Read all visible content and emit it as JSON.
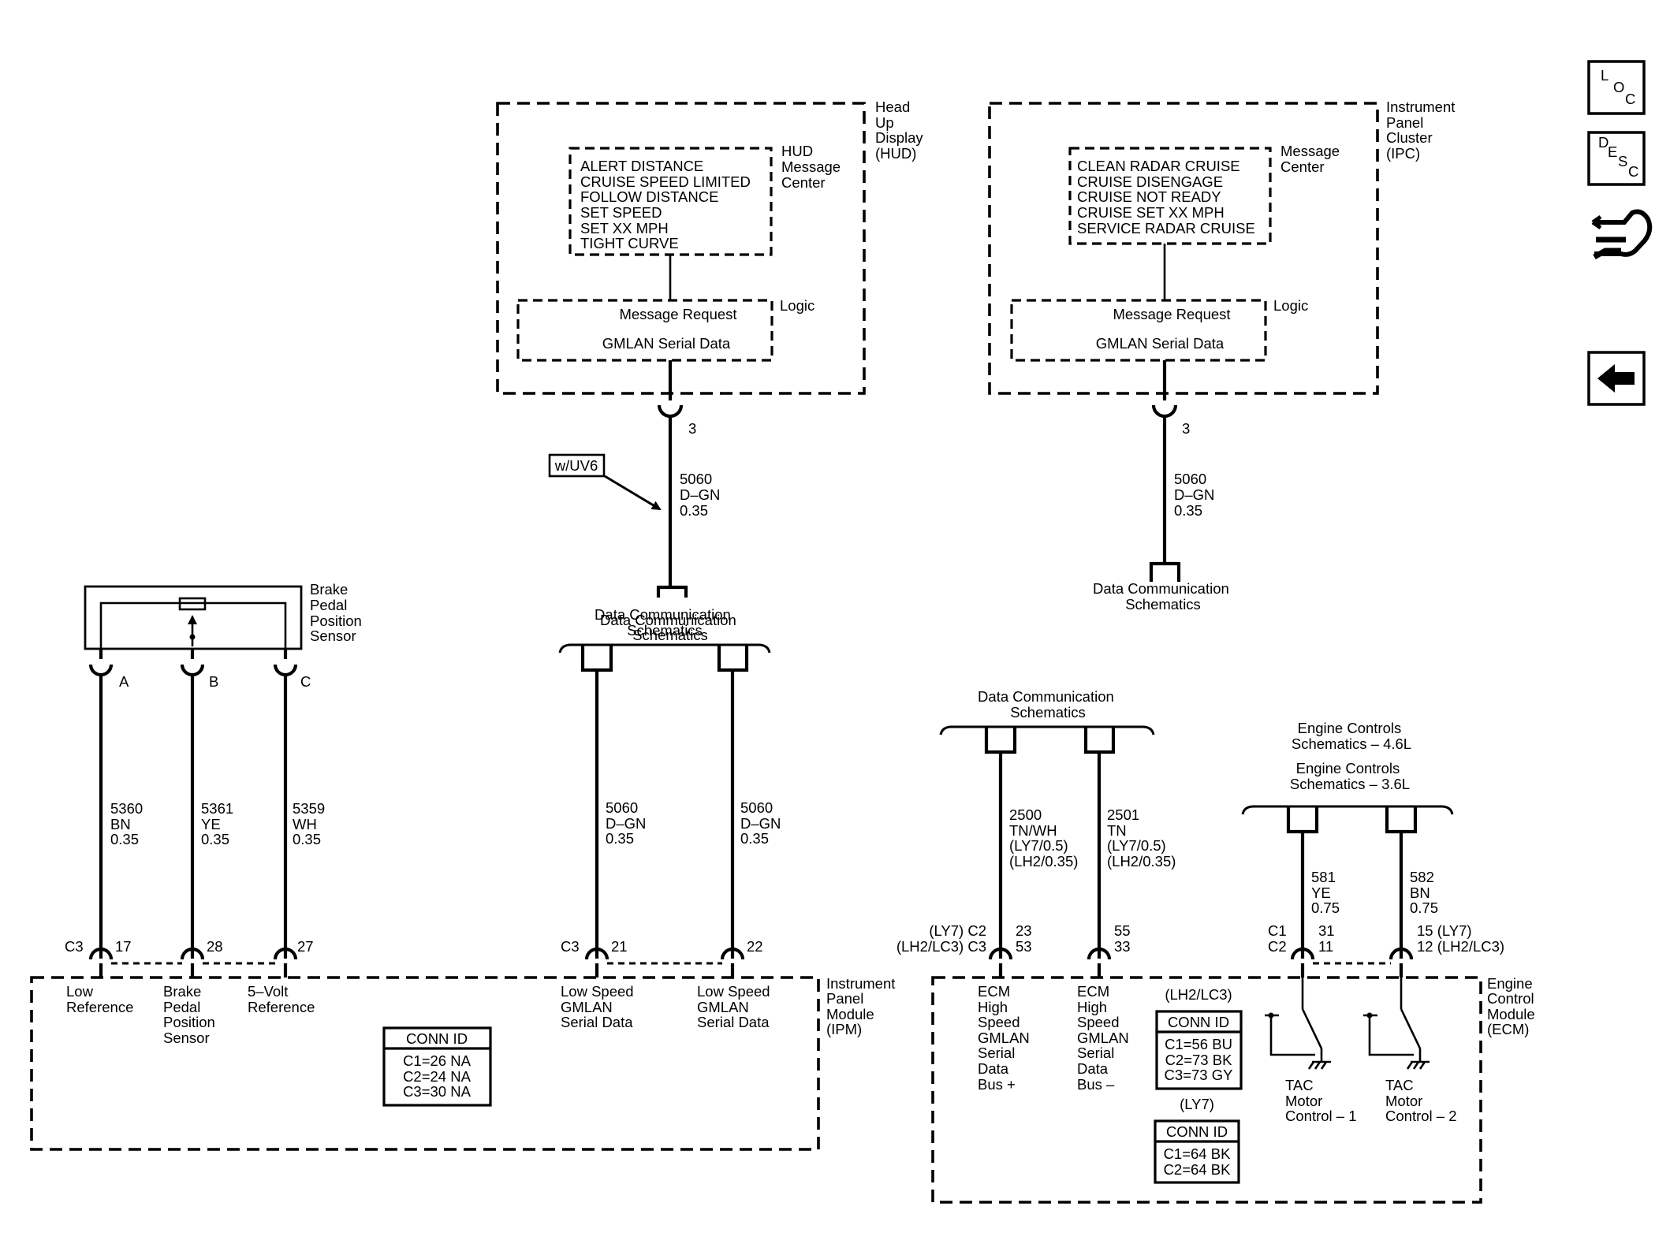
{
  "hud": {
    "title": [
      "Head",
      "Up",
      "Display",
      "(HUD)"
    ],
    "msg_center_label": [
      "HUD",
      "Message",
      "Center"
    ],
    "messages": [
      "ALERT DISTANCE",
      "CRUISE SPEED LIMITED",
      "FOLLOW DISTANCE",
      "SET SPEED",
      "SET XX MPH",
      "TIGHT CURVE"
    ],
    "logic_label": "Logic",
    "logic_line1": "Message Request",
    "logic_line2": "GMLAN Serial Data",
    "pin": "3",
    "option_tag": "w/UV6",
    "wire": [
      "5060",
      "D–GN",
      "0.35"
    ],
    "link": [
      "Data Communication",
      "Schematics"
    ]
  },
  "ipc": {
    "title": [
      "Instrument",
      "Panel",
      "Cluster",
      "(IPC)"
    ],
    "msg_center_label": [
      "Message",
      "Center"
    ],
    "messages": [
      "CLEAN RADAR CRUISE",
      "CRUISE DISENGAGE",
      "CRUISE NOT READY",
      "CRUISE SET XX MPH",
      "SERVICE RADAR CRUISE"
    ],
    "logic_label": "Logic",
    "logic_line1": "Message Request",
    "logic_line2": "GMLAN Serial Data",
    "pin": "3",
    "wire": [
      "5060",
      "D–GN",
      "0.35"
    ],
    "link": [
      "Data Communication",
      "Schematics"
    ]
  },
  "sensor": {
    "title": [
      "Brake",
      "Pedal",
      "Position",
      "Sensor"
    ],
    "pins": [
      "A",
      "B",
      "C"
    ],
    "wires": [
      [
        "5360",
        "BN",
        "0.35"
      ],
      [
        "5361",
        "YE",
        "0.35"
      ],
      [
        "5359",
        "WH",
        "0.35"
      ]
    ]
  },
  "ipm_link": {
    "label": [
      "Data Communication",
      "Schematics"
    ],
    "wires": [
      [
        "5060",
        "D–GN",
        "0.35"
      ],
      [
        "5060",
        "D–GN",
        "0.35"
      ]
    ]
  },
  "ipm": {
    "title": [
      "Instrument",
      "Panel",
      "Module",
      "(IPM)"
    ],
    "conn_left": "C3",
    "pins_left": [
      "17",
      "28",
      "27"
    ],
    "conn_right": "C3",
    "pins_right": [
      "21",
      "22"
    ],
    "labels": [
      [
        "Low",
        "Reference"
      ],
      [
        "Brake",
        "Pedal",
        "Position",
        "Sensor"
      ],
      [
        "5–Volt",
        "Reference"
      ],
      [
        "Low Speed",
        "GMLAN",
        "Serial Data"
      ],
      [
        "Low Speed",
        "GMLAN",
        "Serial Data"
      ]
    ],
    "conn_id_title": "CONN ID",
    "conn_id": [
      "C1=26 NA",
      "C2=24 NA",
      "C3=30 NA"
    ]
  },
  "ecm_link": {
    "label": [
      "Data Communication",
      "Schematics"
    ],
    "wires": [
      [
        "2500",
        "TN/WH",
        "(LY7/0.5)",
        "(LH2/0.35)"
      ],
      [
        "2501",
        "TN",
        "(LY7/0.5)",
        "(LH2/0.35)"
      ]
    ],
    "conn_text": [
      "(LY7) C2",
      "(LH2/LC3) C3"
    ],
    "pins": [
      [
        "23",
        "53"
      ],
      [
        "55",
        "33"
      ]
    ]
  },
  "engine_link": {
    "label1": [
      "Engine Controls",
      "Schematics – 4.6L"
    ],
    "label2": [
      "Engine Controls",
      "Schematics – 3.6L"
    ],
    "wires": [
      [
        "581",
        "YE",
        "0.75"
      ],
      [
        "582",
        "BN",
        "0.75"
      ]
    ],
    "conn_text": [
      "C1",
      "C2"
    ],
    "pins": [
      [
        "31",
        "11"
      ],
      [
        "15 (LY7)",
        "12 (LH2/LC3)"
      ]
    ]
  },
  "ecm": {
    "title": [
      "Engine",
      "Control",
      "Module",
      "(ECM)"
    ],
    "labels": [
      [
        "ECM",
        "High",
        "Speed",
        "GMLAN",
        "Serial",
        "Data",
        "Bus +"
      ],
      [
        "ECM",
        "High",
        "Speed",
        "GMLAN",
        "Serial",
        "Data",
        "Bus –"
      ],
      [
        "TAC",
        "Motor",
        "Control – 1"
      ],
      [
        "TAC",
        "Motor",
        "Control – 2"
      ]
    ],
    "conn_id1_option": "(LH2/LC3)",
    "conn_id1_title": "CONN ID",
    "conn_id1": [
      "C1=56 BU",
      "C2=73 BK",
      "C3=73 GY"
    ],
    "conn_id2_option": "(LY7)",
    "conn_id2_title": "CONN ID",
    "conn_id2": [
      "C1=64 BK",
      "C2=64 BK"
    ]
  },
  "nav": {
    "loc": [
      "L",
      "O",
      "C"
    ],
    "desc": [
      "D",
      "E",
      "S",
      "C"
    ],
    "icons": [
      "loc-icon",
      "desc-icon",
      "connector-icon",
      "back-arrow-icon"
    ]
  }
}
